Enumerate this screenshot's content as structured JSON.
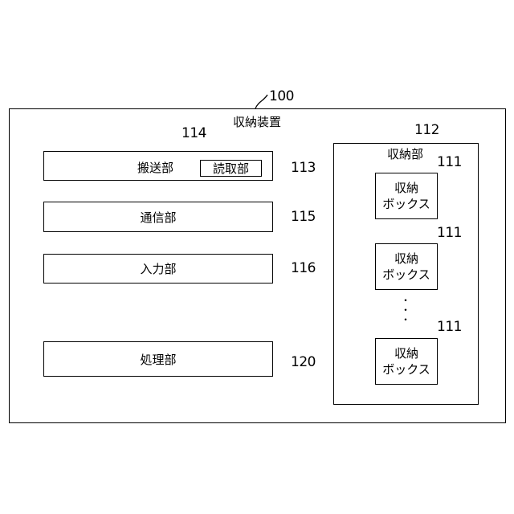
{
  "device": {
    "ref": "100",
    "label": "収納装置"
  },
  "conveyor": {
    "ref": "113",
    "label": "搬送部"
  },
  "reader": {
    "ref": "114",
    "label": "読取部"
  },
  "communication": {
    "ref": "115",
    "label": "通信部"
  },
  "input": {
    "ref": "116",
    "label": "入力部"
  },
  "processing": {
    "ref": "120",
    "label": "処理部"
  },
  "storage": {
    "ref": "112",
    "label": "収納部",
    "boxes": [
      {
        "ref": "111",
        "line1": "収納",
        "line2": "ボックス"
      },
      {
        "ref": "111",
        "line1": "収納",
        "line2": "ボックス"
      },
      {
        "ref": "111",
        "line1": "収納",
        "line2": "ボックス"
      }
    ],
    "ellipsis": "・\n・\n・"
  }
}
